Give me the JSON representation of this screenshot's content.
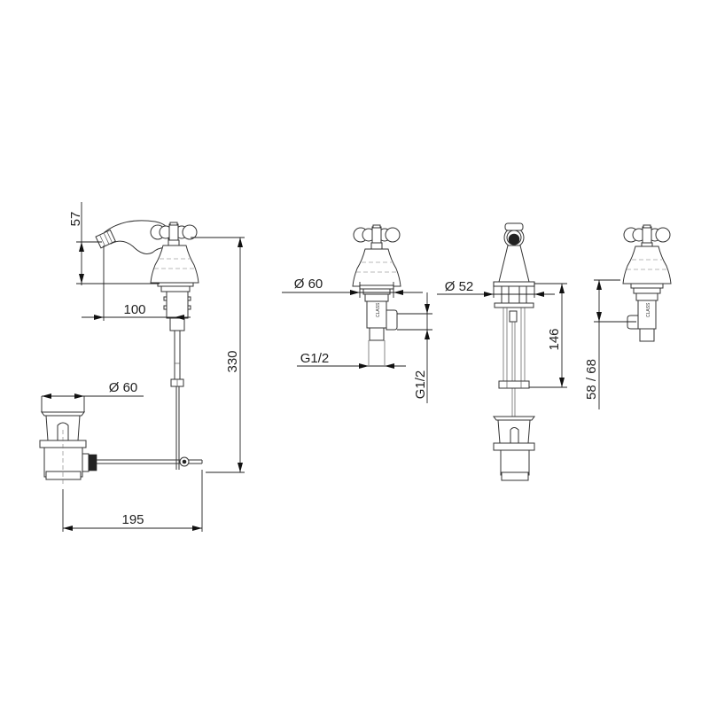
{
  "drawing": {
    "title": "Bidet mixer technical dimension drawing",
    "line_color": "#333333",
    "background": "#ffffff"
  },
  "views": {
    "side_view": {
      "dim_spout_height": "57",
      "dim_spout_reach": "100",
      "dim_total_height": "330",
      "dim_waste_diameter": "Ø 60",
      "dim_waste_offset": "195"
    },
    "valve_front_view": {
      "dim_flange_diameter": "Ø 60",
      "dim_thread_horizontal": "G1/2",
      "dim_thread_vertical": "G1/2"
    },
    "spout_front_view": {
      "dim_flange_diameter": "Ø 52",
      "dim_shank_length": "146"
    },
    "valve_side_view": {
      "dim_outlet_height": "58 / 68"
    }
  }
}
